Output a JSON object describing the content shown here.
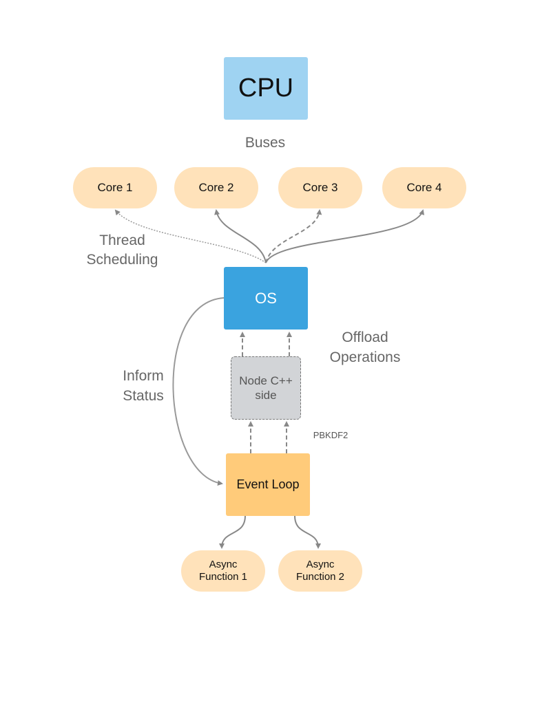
{
  "nodes": {
    "cpu": "CPU",
    "os": "OS",
    "node_cpp": "Node C++\nside",
    "event_loop": "Event Loop",
    "cores": [
      "Core 1",
      "Core 2",
      "Core 3",
      "Core 4"
    ],
    "async": [
      "Async\nFunction 1",
      "Async\nFunction 2"
    ]
  },
  "labels": {
    "buses": "Buses",
    "thread_scheduling": "Thread\nScheduling",
    "offload_operations": "Offload\nOperations",
    "inform_status": "Inform\nStatus",
    "pbkdf2": "PBKDF2"
  },
  "colors": {
    "cpu": "#9fd3f2",
    "os": "#3aa3df",
    "node_cpp": "#d2d4d7",
    "event_loop": "#ffcb7a",
    "core_and_async": "#ffe2ba",
    "edge": "#888888"
  }
}
